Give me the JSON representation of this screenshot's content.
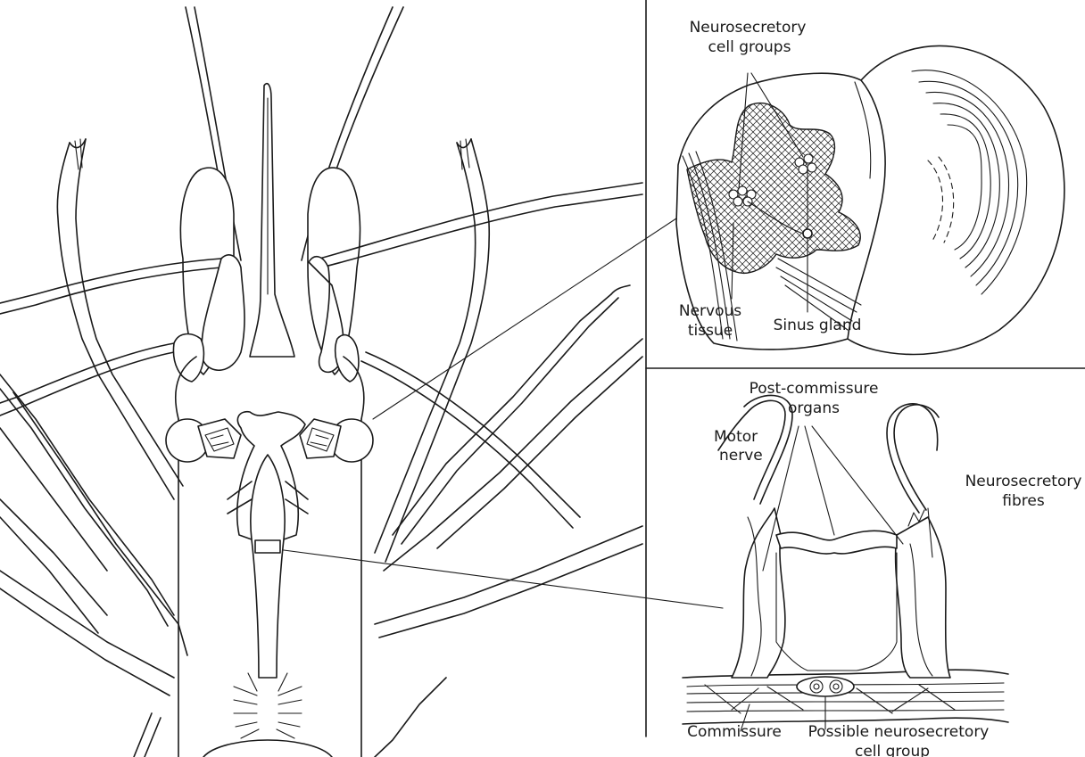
{
  "eyestalk_panel": {
    "labels": {
      "neurosecretory_cell_groups_line1": "Neurosecretory",
      "neurosecretory_cell_groups_line2": "cell groups",
      "nervous_tissue_line1": "Nervous",
      "nervous_tissue_line2": "tissue",
      "sinus_gland": "Sinus gland"
    }
  },
  "commissure_panel": {
    "labels": {
      "post_commissure_organs_line1": "Post-commissure",
      "post_commissure_organs_line2": "organs",
      "motor_nerve_line1": "Motor",
      "motor_nerve_line2": "nerve",
      "neurosecretory_fibres_line1": "Neurosecretory",
      "neurosecretory_fibres_line2": "fibres",
      "commissure": "Commissure",
      "possible_group_line1": "Possible neurosecretory",
      "possible_group_line2": "cell group"
    }
  }
}
